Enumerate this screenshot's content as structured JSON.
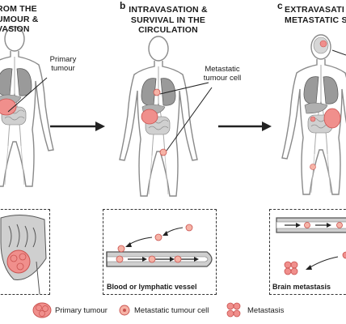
{
  "panels": {
    "a": {
      "letter": "",
      "title_lines": [
        "ROM THE",
        "UMOUR &",
        "VASION"
      ],
      "callout_lines": [
        "Primary",
        "tumour"
      ]
    },
    "b": {
      "letter": "b",
      "title_lines": [
        "INTRAVASATION &",
        "SURVIVAL IN THE",
        "CIRCULATION"
      ],
      "callout_lines": [
        "Metastatic",
        "tumour cell"
      ],
      "inset_label": "Blood or lymphatic vessel"
    },
    "c": {
      "letter": "c",
      "title_lines": [
        "EXTRAVASATI",
        "METASTATIC SE"
      ],
      "inset_label": "Brain metastasis"
    }
  },
  "legend": {
    "primary_tumour": "Primary tumour",
    "metastatic_cell": "Metastatic tumour cell",
    "metastasis": "Metastasis"
  },
  "colors": {
    "tumour_fill": "#f08f8c",
    "tumour_dark": "#c9524f",
    "cell_fill": "#f6b3a6",
    "body_outline": "#8a8a8a",
    "organ_grey": "#9a9a9a",
    "arrow": "#222222"
  }
}
